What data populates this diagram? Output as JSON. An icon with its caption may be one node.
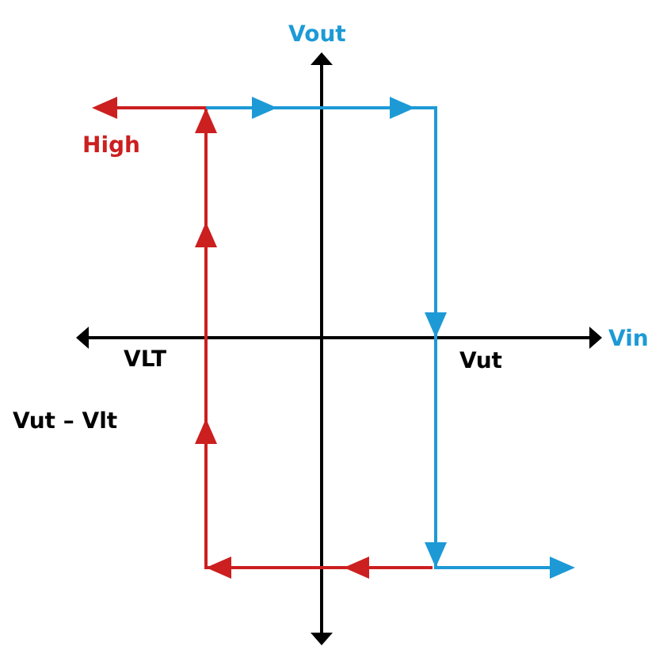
{
  "diagram": {
    "labels": [
      "Vout",
      "High",
      "VLT",
      "Vut",
      "Vin",
      "Vut – Vlt"
    ]
  }
}
